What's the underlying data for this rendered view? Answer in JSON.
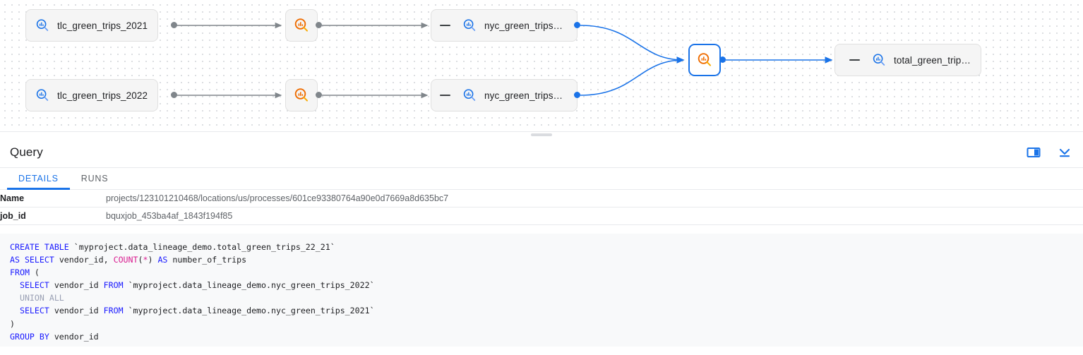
{
  "graph": {
    "nodes": [
      {
        "id": "tlc-2021",
        "label": "tlc_green_trips_2021",
        "icon": "table-search-icon-blue",
        "type": "table",
        "collapsed": false,
        "selected": false
      },
      {
        "id": "tlc-2022",
        "label": "tlc_green_trips_2022",
        "icon": "table-search-icon-blue",
        "type": "table",
        "collapsed": false,
        "selected": false
      },
      {
        "id": "proc-1",
        "label": "",
        "icon": "process-search-icon-orange",
        "type": "process",
        "selected": false
      },
      {
        "id": "proc-2",
        "label": "",
        "icon": "process-search-icon-orange",
        "type": "process",
        "selected": false
      },
      {
        "id": "nyc-2021",
        "label": "nyc_green_trips…",
        "icon": "table-search-icon-blue",
        "type": "table",
        "collapsed": true,
        "selected": false
      },
      {
        "id": "nyc-2022",
        "label": "nyc_green_trips…",
        "icon": "table-search-icon-blue",
        "type": "table",
        "collapsed": true,
        "selected": false
      },
      {
        "id": "proc-3",
        "label": "",
        "icon": "process-search-icon-orange",
        "type": "process",
        "selected": true
      },
      {
        "id": "total",
        "label": "total_green_trip…",
        "icon": "table-search-icon-blue",
        "type": "table",
        "collapsed": true,
        "selected": false
      }
    ],
    "colors": {
      "edge_gray": "#80868b",
      "edge_blue": "#1a73e8",
      "icon_blue": "#1a73e8",
      "icon_orange": "#f29900",
      "selected_border": "#1a73e8"
    }
  },
  "query": {
    "title": "Query",
    "header_icons": [
      {
        "name": "split-pane-icon",
        "title": "Split pane"
      },
      {
        "name": "collapse-down-icon",
        "title": "Collapse"
      }
    ],
    "tabs": [
      {
        "id": "details",
        "label": "DETAILS",
        "active": true
      },
      {
        "id": "runs",
        "label": "RUNS",
        "active": false
      }
    ],
    "details": [
      {
        "key": "Name",
        "value": "projects/123101210468/locations/us/processes/601ce93380764a90e0d7669a8d635bc7"
      },
      {
        "key": "job_id",
        "value": "bquxjob_453ba4af_1843f194f85"
      }
    ],
    "sql_lines": [
      [
        {
          "t": "CREATE TABLE ",
          "c": "kw"
        },
        {
          "t": "`myproject.data_lineage_demo.total_green_trips_22_21`",
          "c": ""
        }
      ],
      [
        {
          "t": "AS SELECT ",
          "c": "kw"
        },
        {
          "t": "vendor_id, ",
          "c": ""
        },
        {
          "t": "COUNT",
          "c": "fn"
        },
        {
          "t": "(",
          "c": ""
        },
        {
          "t": "*",
          "c": "star"
        },
        {
          "t": ") ",
          "c": ""
        },
        {
          "t": "AS ",
          "c": "kw"
        },
        {
          "t": "number_of_trips",
          "c": ""
        }
      ],
      [
        {
          "t": "FROM ",
          "c": "kw"
        },
        {
          "t": "(",
          "c": ""
        }
      ],
      [
        {
          "t": "  ",
          "c": ""
        },
        {
          "t": "SELECT ",
          "c": "kw"
        },
        {
          "t": "vendor_id ",
          "c": ""
        },
        {
          "t": "FROM ",
          "c": "kw"
        },
        {
          "t": "`myproject.data_lineage_demo.nyc_green_trips_2022`",
          "c": ""
        }
      ],
      [
        {
          "t": "  ",
          "c": ""
        },
        {
          "t": "UNION ALL",
          "c": "muted"
        }
      ],
      [
        {
          "t": "  ",
          "c": ""
        },
        {
          "t": "SELECT ",
          "c": "kw"
        },
        {
          "t": "vendor_id ",
          "c": ""
        },
        {
          "t": "FROM ",
          "c": "kw"
        },
        {
          "t": "`myproject.data_lineage_demo.nyc_green_trips_2021`",
          "c": ""
        }
      ],
      [
        {
          "t": ")",
          "c": ""
        }
      ],
      [
        {
          "t": "GROUP BY ",
          "c": "kw"
        },
        {
          "t": "vendor_id",
          "c": ""
        }
      ]
    ]
  }
}
